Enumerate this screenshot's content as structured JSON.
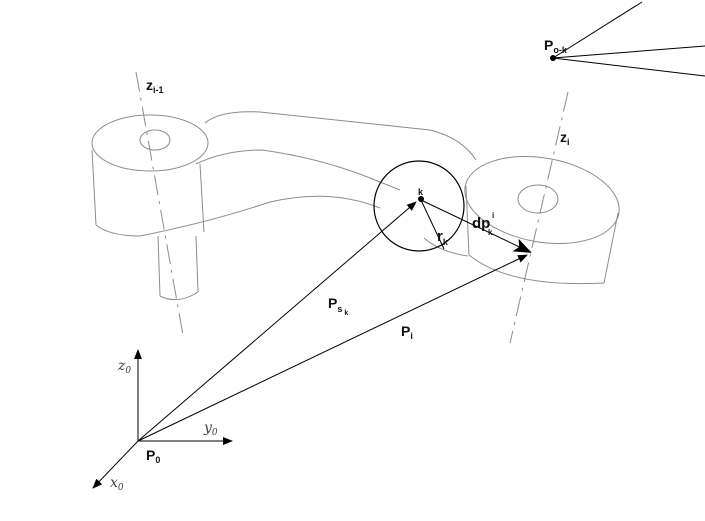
{
  "labels": {
    "p_o_k": {
      "main": "P",
      "sub": "o-k"
    },
    "z_i_minus_1": {
      "main": "z",
      "sub": "i-1"
    },
    "z_i": {
      "main": "z",
      "sub": "i"
    },
    "k_point": "k",
    "r_k": {
      "main": "r",
      "sub": "k"
    },
    "dp": {
      "main": "dp",
      "sub": "k",
      "sup": "i"
    },
    "p_sk": {
      "main": "P",
      "sub": "s",
      "subsub": "k"
    },
    "p_i": {
      "main": "P",
      "sub": "i"
    },
    "p_0": {
      "main": "P",
      "sub": "0"
    },
    "z0_axis": {
      "main": "z",
      "sub": "0"
    },
    "y0_axis": {
      "main": "y",
      "sub": "0"
    },
    "x0_axis": {
      "main": "x",
      "sub": "0"
    }
  }
}
